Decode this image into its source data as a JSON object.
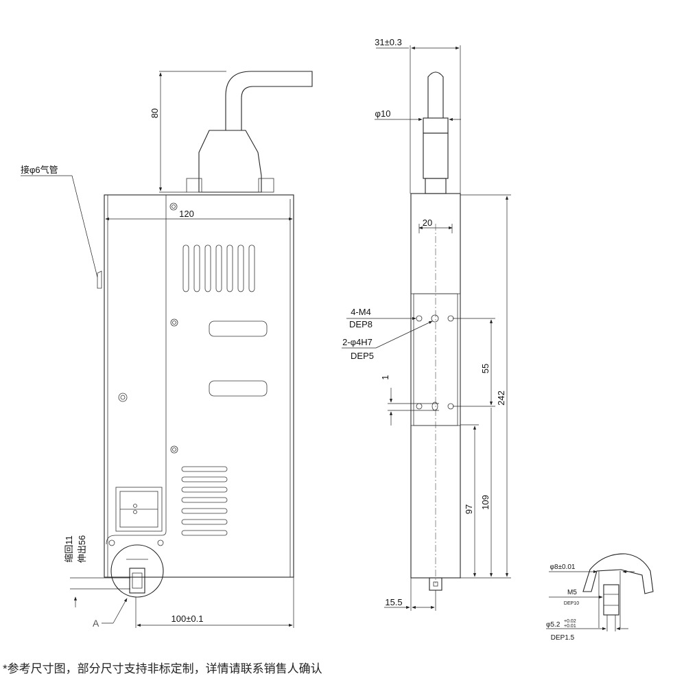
{
  "front_view": {
    "air_pipe_label": "接φ6气管",
    "cable_height": "80",
    "width": "120",
    "retract_label": "缩回11",
    "extend_label": "伸出56",
    "detail_ref": "A",
    "bottom_width": "100±0.1"
  },
  "side_view": {
    "top_width": "31±0.3",
    "shaft_diameter": "φ10",
    "slot_width": "20",
    "mount_thread": "4-M4",
    "mount_thread_depth": "DEP8",
    "pin_hole": "2-φ4H7",
    "pin_hole_depth": "DEP5",
    "offset": "1",
    "hole_spacing": "55",
    "total_height": "242",
    "lower_dim_a": "97",
    "lower_dim_b": "109",
    "bottom_offset": "15.5"
  },
  "detail_a": {
    "bore": "φ8±0.01",
    "thread": "M5",
    "thread_depth": "DEP10",
    "pin_diameter": "φ5.2",
    "tol_upper": "+0.02",
    "tol_lower": "+0.01",
    "pin_depth": "DEP1.5"
  },
  "footer_note": "*参考尺寸图，部分尺寸支持非标定制，详情请联系销售人确认"
}
